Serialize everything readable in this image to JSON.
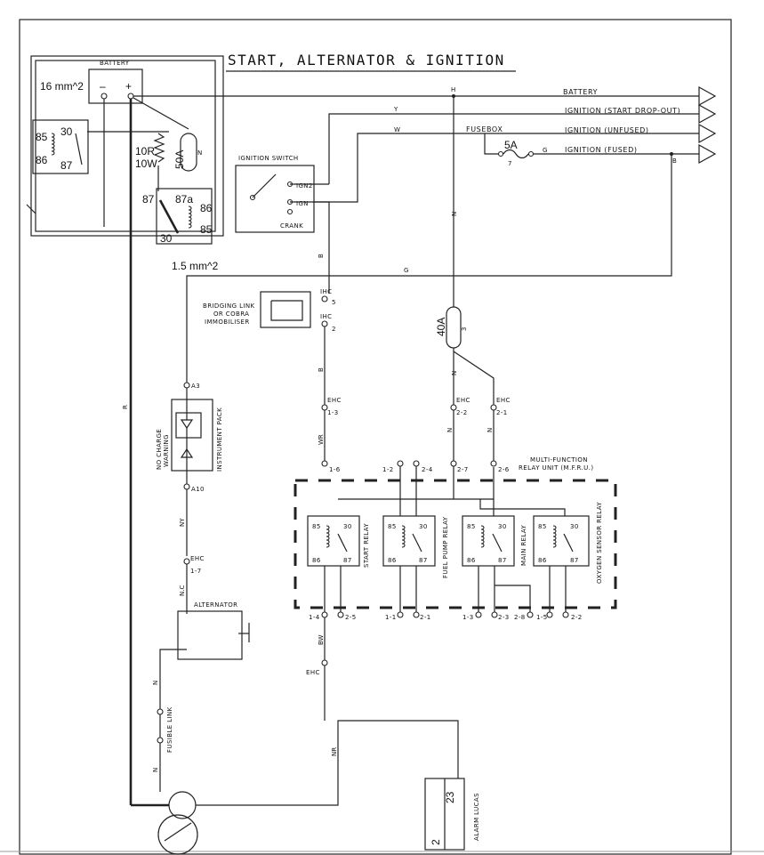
{
  "title": "START, ALTERNATOR & IGNITION",
  "annotations": {
    "battery_cable": "16 mm^2",
    "relay_wire": "1.5 mm^2"
  },
  "outputs": {
    "battery": "BATTERY",
    "ign_start_dropout": "IGNITION (START DROP-OUT)",
    "ign_unfused": "IGNITION (UNFUSED)",
    "ign_fused": "IGNITION (FUSED)"
  },
  "components": {
    "battery": "BATTERY",
    "battery_minus": "–",
    "battery_plus": "+",
    "ignition_switch": "IGNITION SWITCH",
    "ign2": "IGN2",
    "ign": "IGN",
    "crank": "CRANK",
    "fusebox": "FUSEBOX",
    "fuse_5a": "5A",
    "fuse_5a_no": "7",
    "fuse_50a": "50A",
    "fuse_40a": "40A",
    "fuse_40a_no": "3",
    "resistor": "10R",
    "resistor_power": "10W",
    "bridging_link": "BRIDGING LINK",
    "or_cobra": "OR COBRA",
    "immobiliser": "IMMOBILISER",
    "no_charge": "NO CHARGE",
    "warning": "WARNING",
    "instrument_pack": "INSTRUMENT PACK",
    "alternator": "ALTERNATOR",
    "fusible_link": "FUSIBLE LINK",
    "mfru_title": "MULTI-FUNCTION",
    "mfru_subtitle": "RELAY UNIT (M.F.R.U.)",
    "alarm_lucas": "ALARM LUCAS",
    "alarm_pin_23": "23",
    "alarm_pin_2": "2",
    "start_relay": "START RELAY",
    "fuel_pump_relay": "FUEL PUMP RELAY",
    "main_relay": "MAIN RELAY",
    "oxygen_sensor_relay": "OXYGEN SENSOR RELAY"
  },
  "relay_pins": {
    "p85": "85",
    "p86": "86",
    "p30": "30",
    "p87": "87",
    "p87a": "87a"
  },
  "wire_colors": {
    "h": "H",
    "y": "Y",
    "w": "W",
    "g": "G",
    "b": "B",
    "n": "N",
    "r": "R",
    "wr": "WR",
    "ny": "NY",
    "bw": "BW",
    "nr": "NR",
    "nc": "N.C"
  },
  "connectors": {
    "ihc5": "IHC",
    "ihc5_no": "5",
    "ihc2": "IHC",
    "ihc2_no": "2",
    "a3": "A3",
    "a10": "A10",
    "ehc": "EHC",
    "ehc_1_3": "1-3",
    "ehc_2_2": "2-2",
    "ehc_2_1": "2-1",
    "ehc_1_7": "1-7",
    "m_1_6": "1-6",
    "m_1_2": "1-2",
    "m_2_4": "2-4",
    "m_2_7": "2-7",
    "m_2_6": "2-6",
    "m_1_4": "1-4",
    "m_2_5": "2-5",
    "m_1_1": "1-1",
    "m_2_1": "2-1",
    "m_1_3": "1-3",
    "m_2_3": "2-3",
    "m_2_8": "2-8",
    "m_1_5": "1-5",
    "m_2_2": "2-2"
  }
}
